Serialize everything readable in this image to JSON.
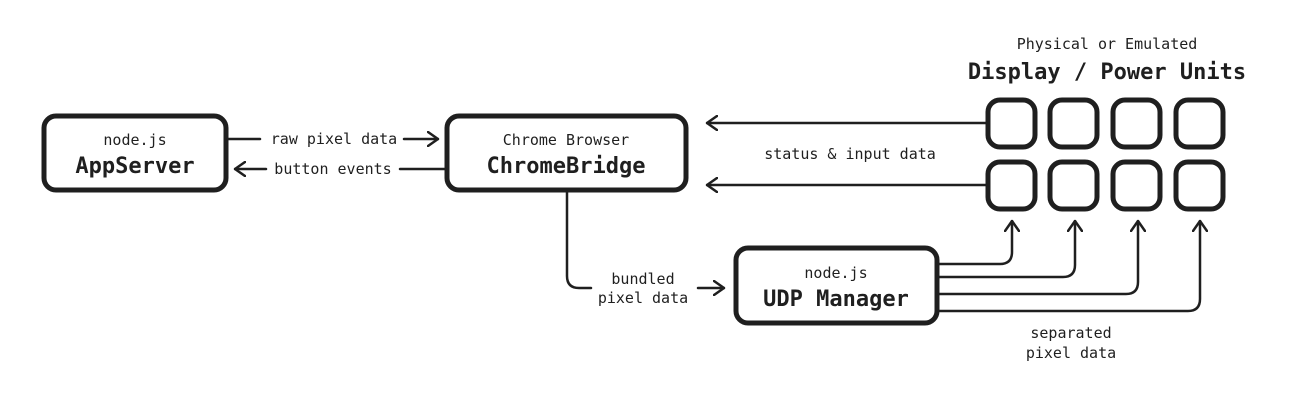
{
  "units_group": {
    "subtitle": "Physical or Emulated",
    "title": "Display / Power Units",
    "rows": 2,
    "cols": 4
  },
  "nodes": {
    "app_server": {
      "sub": "node.js",
      "name": "AppServer"
    },
    "chrome_bridge": {
      "sub": "Chrome Browser",
      "name": "ChromeBridge"
    },
    "udp_manager": {
      "sub": "node.js",
      "name": "UDP Manager"
    }
  },
  "edges": {
    "raw_pixel_data": "raw pixel data",
    "button_events": "button events",
    "status_input": "status & input data",
    "bundled_line1": "bundled",
    "bundled_line2": "pixel data",
    "separated_line1": "separated",
    "separated_line2": "pixel data"
  },
  "colors": {
    "stroke": "#1f1f1f",
    "background": "#ffffff"
  }
}
